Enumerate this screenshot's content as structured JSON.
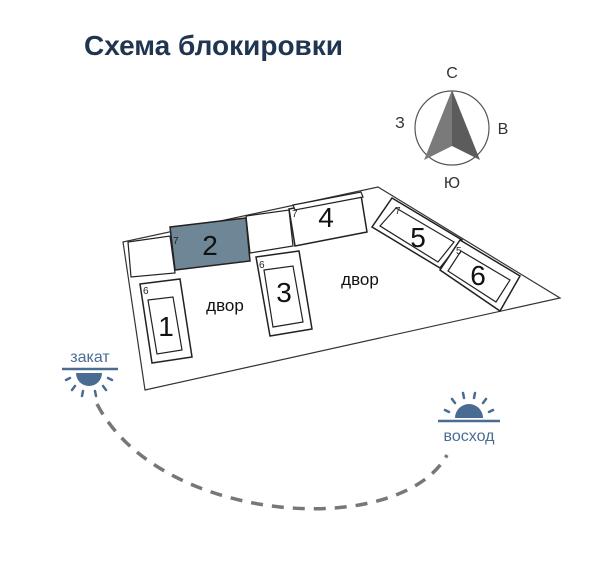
{
  "title": "Схема блокировки",
  "compass": {
    "north": "С",
    "east": "В",
    "south": "Ю",
    "west": "З"
  },
  "yard_label": "двор",
  "sunset_label": "закат",
  "sunrise_label": "восход",
  "colors": {
    "title": "#1f3550",
    "selected_building": "#6f8696",
    "sun": "#4a6c93"
  },
  "buildings": [
    {
      "number": "1",
      "floors": "6"
    },
    {
      "number": "2",
      "floors": "7",
      "selected": true
    },
    {
      "number": "3",
      "floors": "6"
    },
    {
      "number": "4",
      "floors": "7"
    },
    {
      "number": "5",
      "floors": "7"
    },
    {
      "number": "6",
      "floors": "5"
    }
  ]
}
